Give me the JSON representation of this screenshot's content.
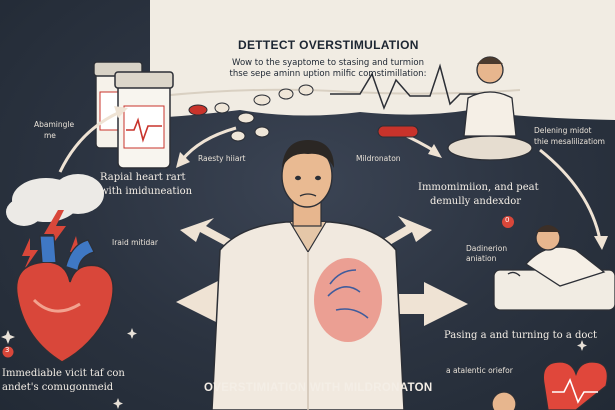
{
  "header": {
    "title": "DETTECT OVERSTIMULATION",
    "subtitle_line1": "Wow to the syaptome to stasing and turmion",
    "subtitle_line2": "thse sepe aminn uption milfic comstimillation:"
  },
  "left": {
    "top_note_line1": "Abamingle",
    "top_note_line2": "me",
    "heart_rate_line1": "Rapial heart rart",
    "heart_rate_line2": "with imiduneation",
    "fluid_note": "Iraid mitidar",
    "bottom_note_line1": "Immediable vicit taf con",
    "bottom_note_line2": "andet's comugonmeid",
    "badge": "3"
  },
  "center": {
    "heart_label": "Raesty hiiart",
    "pill_label": "Mildronaton",
    "bottom_title": "OVERSTIMIATION WITH MILDRONATON"
  },
  "right": {
    "top_note_line1": "Delening midot",
    "top_note_line2": "thie mesalilizatiom",
    "middle_title_line1": "Immomimiion, and peat",
    "middle_title_line2": "demully andexdor",
    "rest_note_line1": "Dadinerion",
    "rest_note_line2": "aniation",
    "doctor_note": "Pasing a and turning to a doct",
    "bottom_note": "a atalentic oriefor",
    "badge": "0"
  },
  "colors": {
    "background": "#2b3340",
    "parchment": "#f1ece3",
    "pill_red": "#c8332b",
    "arrow_cream": "#efe3d4",
    "heart_red": "#d9473a",
    "heart_blue": "#3f78c4"
  }
}
